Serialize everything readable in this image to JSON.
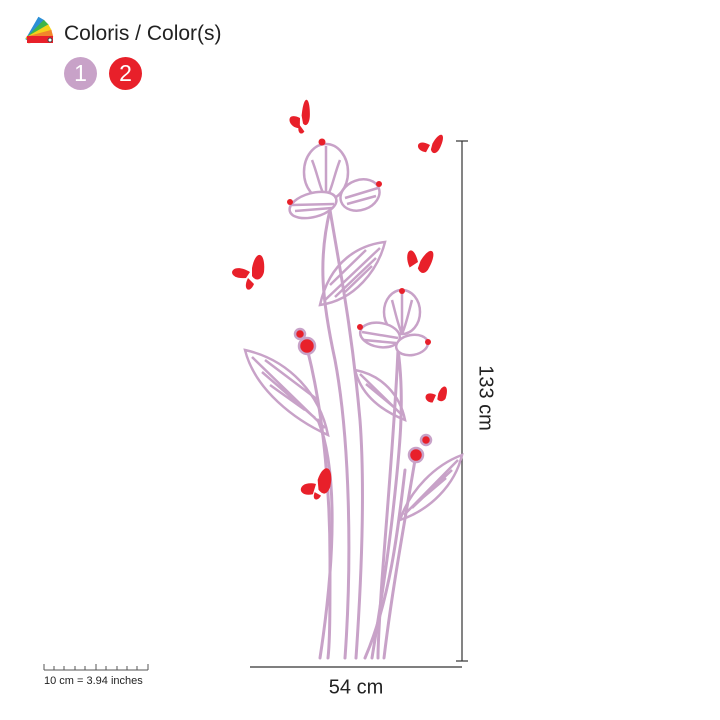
{
  "header": {
    "palette_icon": "color-palette-fan-icon",
    "title": "Coloris / Color(s)"
  },
  "swatches": [
    {
      "label": "1",
      "color": "#c8a2c8"
    },
    {
      "label": "2",
      "color": "#e8202a"
    }
  ],
  "dimensions": {
    "height": "133 cm",
    "width": "54 cm"
  },
  "scale": {
    "text": "10 cm = 3.94 inches"
  },
  "artwork": {
    "name": "flower-and-butterflies-decal",
    "stem_color": "#c8a2c8",
    "butterfly_color": "#e8202a"
  }
}
